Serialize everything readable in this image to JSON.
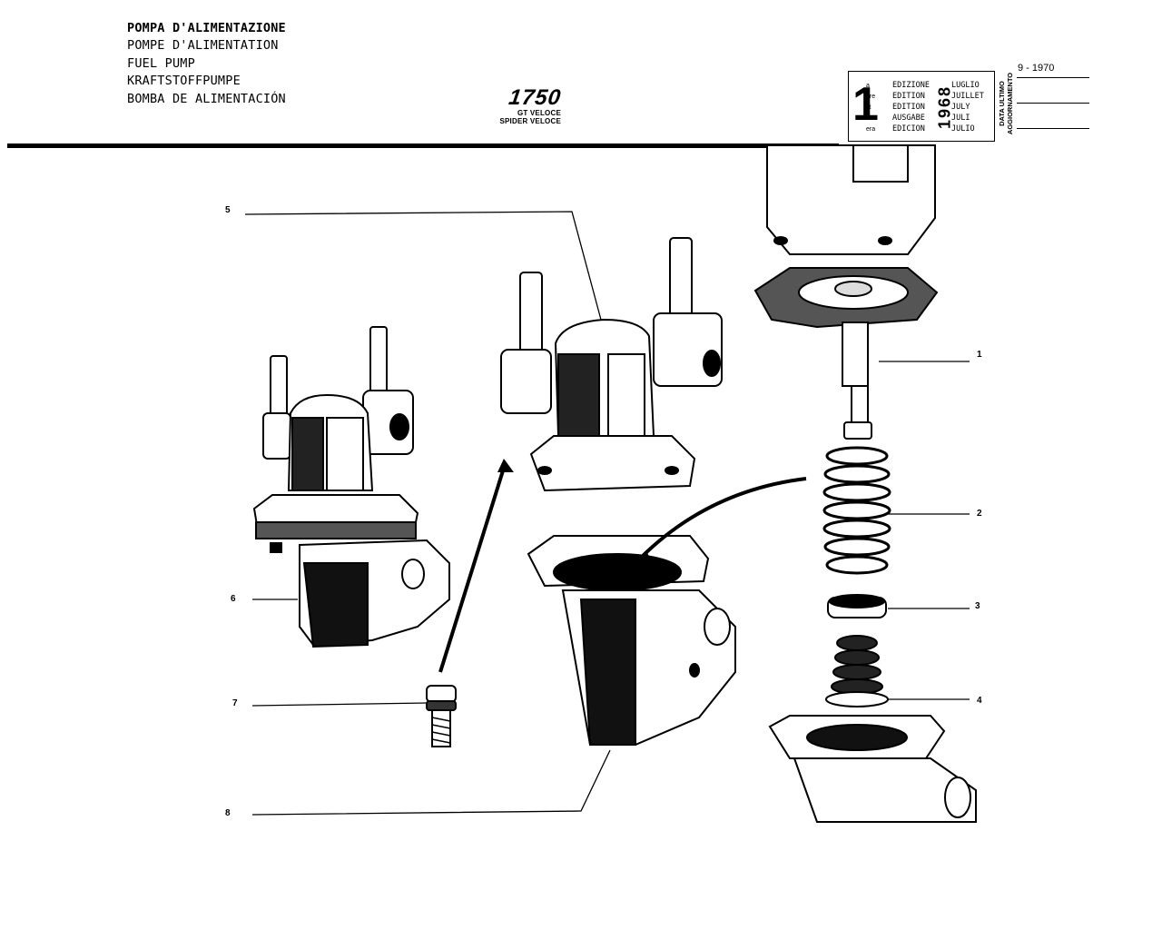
{
  "titles": [
    "POMPA D'ALIMENTAZIONE",
    "POMPE D'ALIMENTATION",
    "FUEL PUMP",
    "KRAFTSTOFFPUMPE",
    "BOMBA DE ALIMENTACIÓN"
  ],
  "model": {
    "number": "1750",
    "variants": [
      "GT VELOCE",
      "SPIDER VELOCE"
    ]
  },
  "edition": {
    "number": "1",
    "suffixes": [
      "a",
      "ere",
      "st",
      ".",
      "era"
    ],
    "words": [
      "EDIZIONE",
      "EDITION",
      "EDITION",
      "AUSGABE",
      "EDICION"
    ],
    "year": "1968",
    "months": [
      "LUGLIO",
      "JUILLET",
      "JULY",
      "JULI",
      "JULIO"
    ]
  },
  "update": {
    "label_lines": [
      "DATA ULTIMO",
      "AGGIORNAMENTO"
    ],
    "date": "9 - 1970"
  },
  "callouts": [
    "1",
    "2",
    "3",
    "4",
    "5",
    "6",
    "7",
    "8"
  ]
}
